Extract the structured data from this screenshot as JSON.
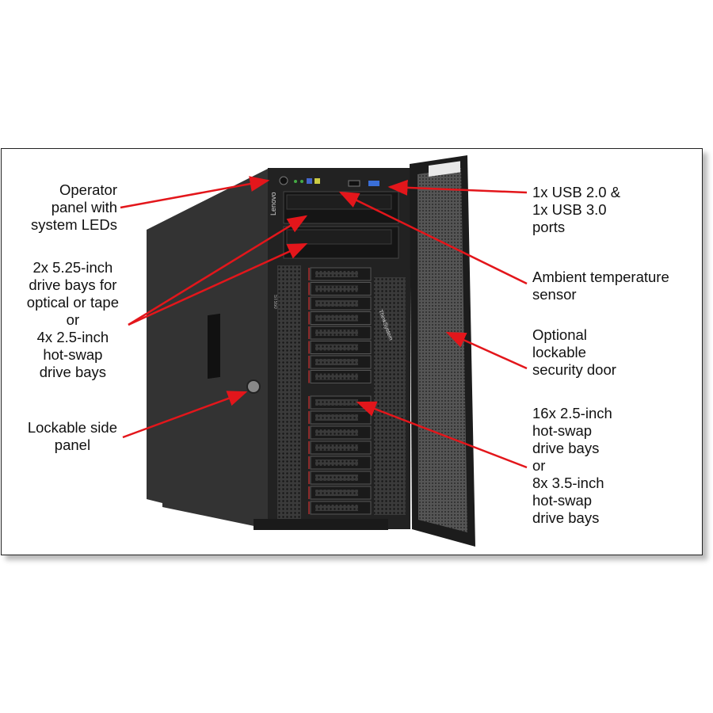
{
  "callouts_left": {
    "operator_panel": [
      "Operator",
      "panel with",
      "system LEDs"
    ],
    "drive_bays_525": [
      "2x 5.25-inch",
      "drive bays for",
      "optical or tape",
      "or",
      "4x 2.5-inch",
      "hot-swap",
      "drive bays"
    ],
    "side_panel": [
      "Lockable side",
      "panel"
    ]
  },
  "callouts_right": {
    "usb_ports": [
      "1x USB 2.0 &",
      "1x USB 3.0",
      "ports"
    ],
    "temp_sensor": [
      "Ambient temperature",
      "sensor"
    ],
    "security_door": [
      "Optional",
      "lockable",
      "security door"
    ],
    "drive_bays_25": [
      "16x 2.5-inch",
      "hot-swap",
      "drive bays",
      "or",
      "8x 3.5-inch",
      "hot-swap",
      "drive bays"
    ]
  },
  "product": {
    "brand": "Lenovo",
    "logo": "ThinkSystem",
    "model": "ST550"
  },
  "colors": {
    "arrow": "#e3161b",
    "chassis": "#2a2a2a"
  }
}
